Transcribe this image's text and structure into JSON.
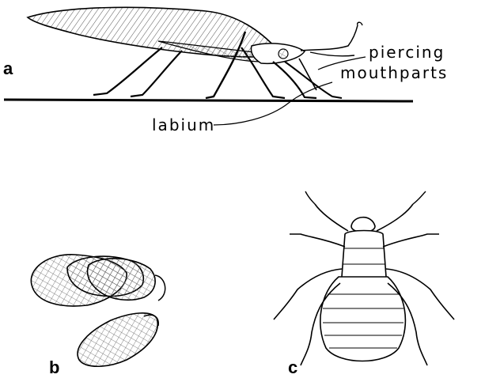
{
  "panels": {
    "a": {
      "letter": "a"
    },
    "b": {
      "letter": "b"
    },
    "c": {
      "letter": "c"
    }
  },
  "labels": {
    "piercing": "piercing",
    "mouthparts": "mouthparts",
    "labium": "labium"
  },
  "colors": {
    "ink": "#000000",
    "background": "#ffffff",
    "hatch": "#555555"
  }
}
